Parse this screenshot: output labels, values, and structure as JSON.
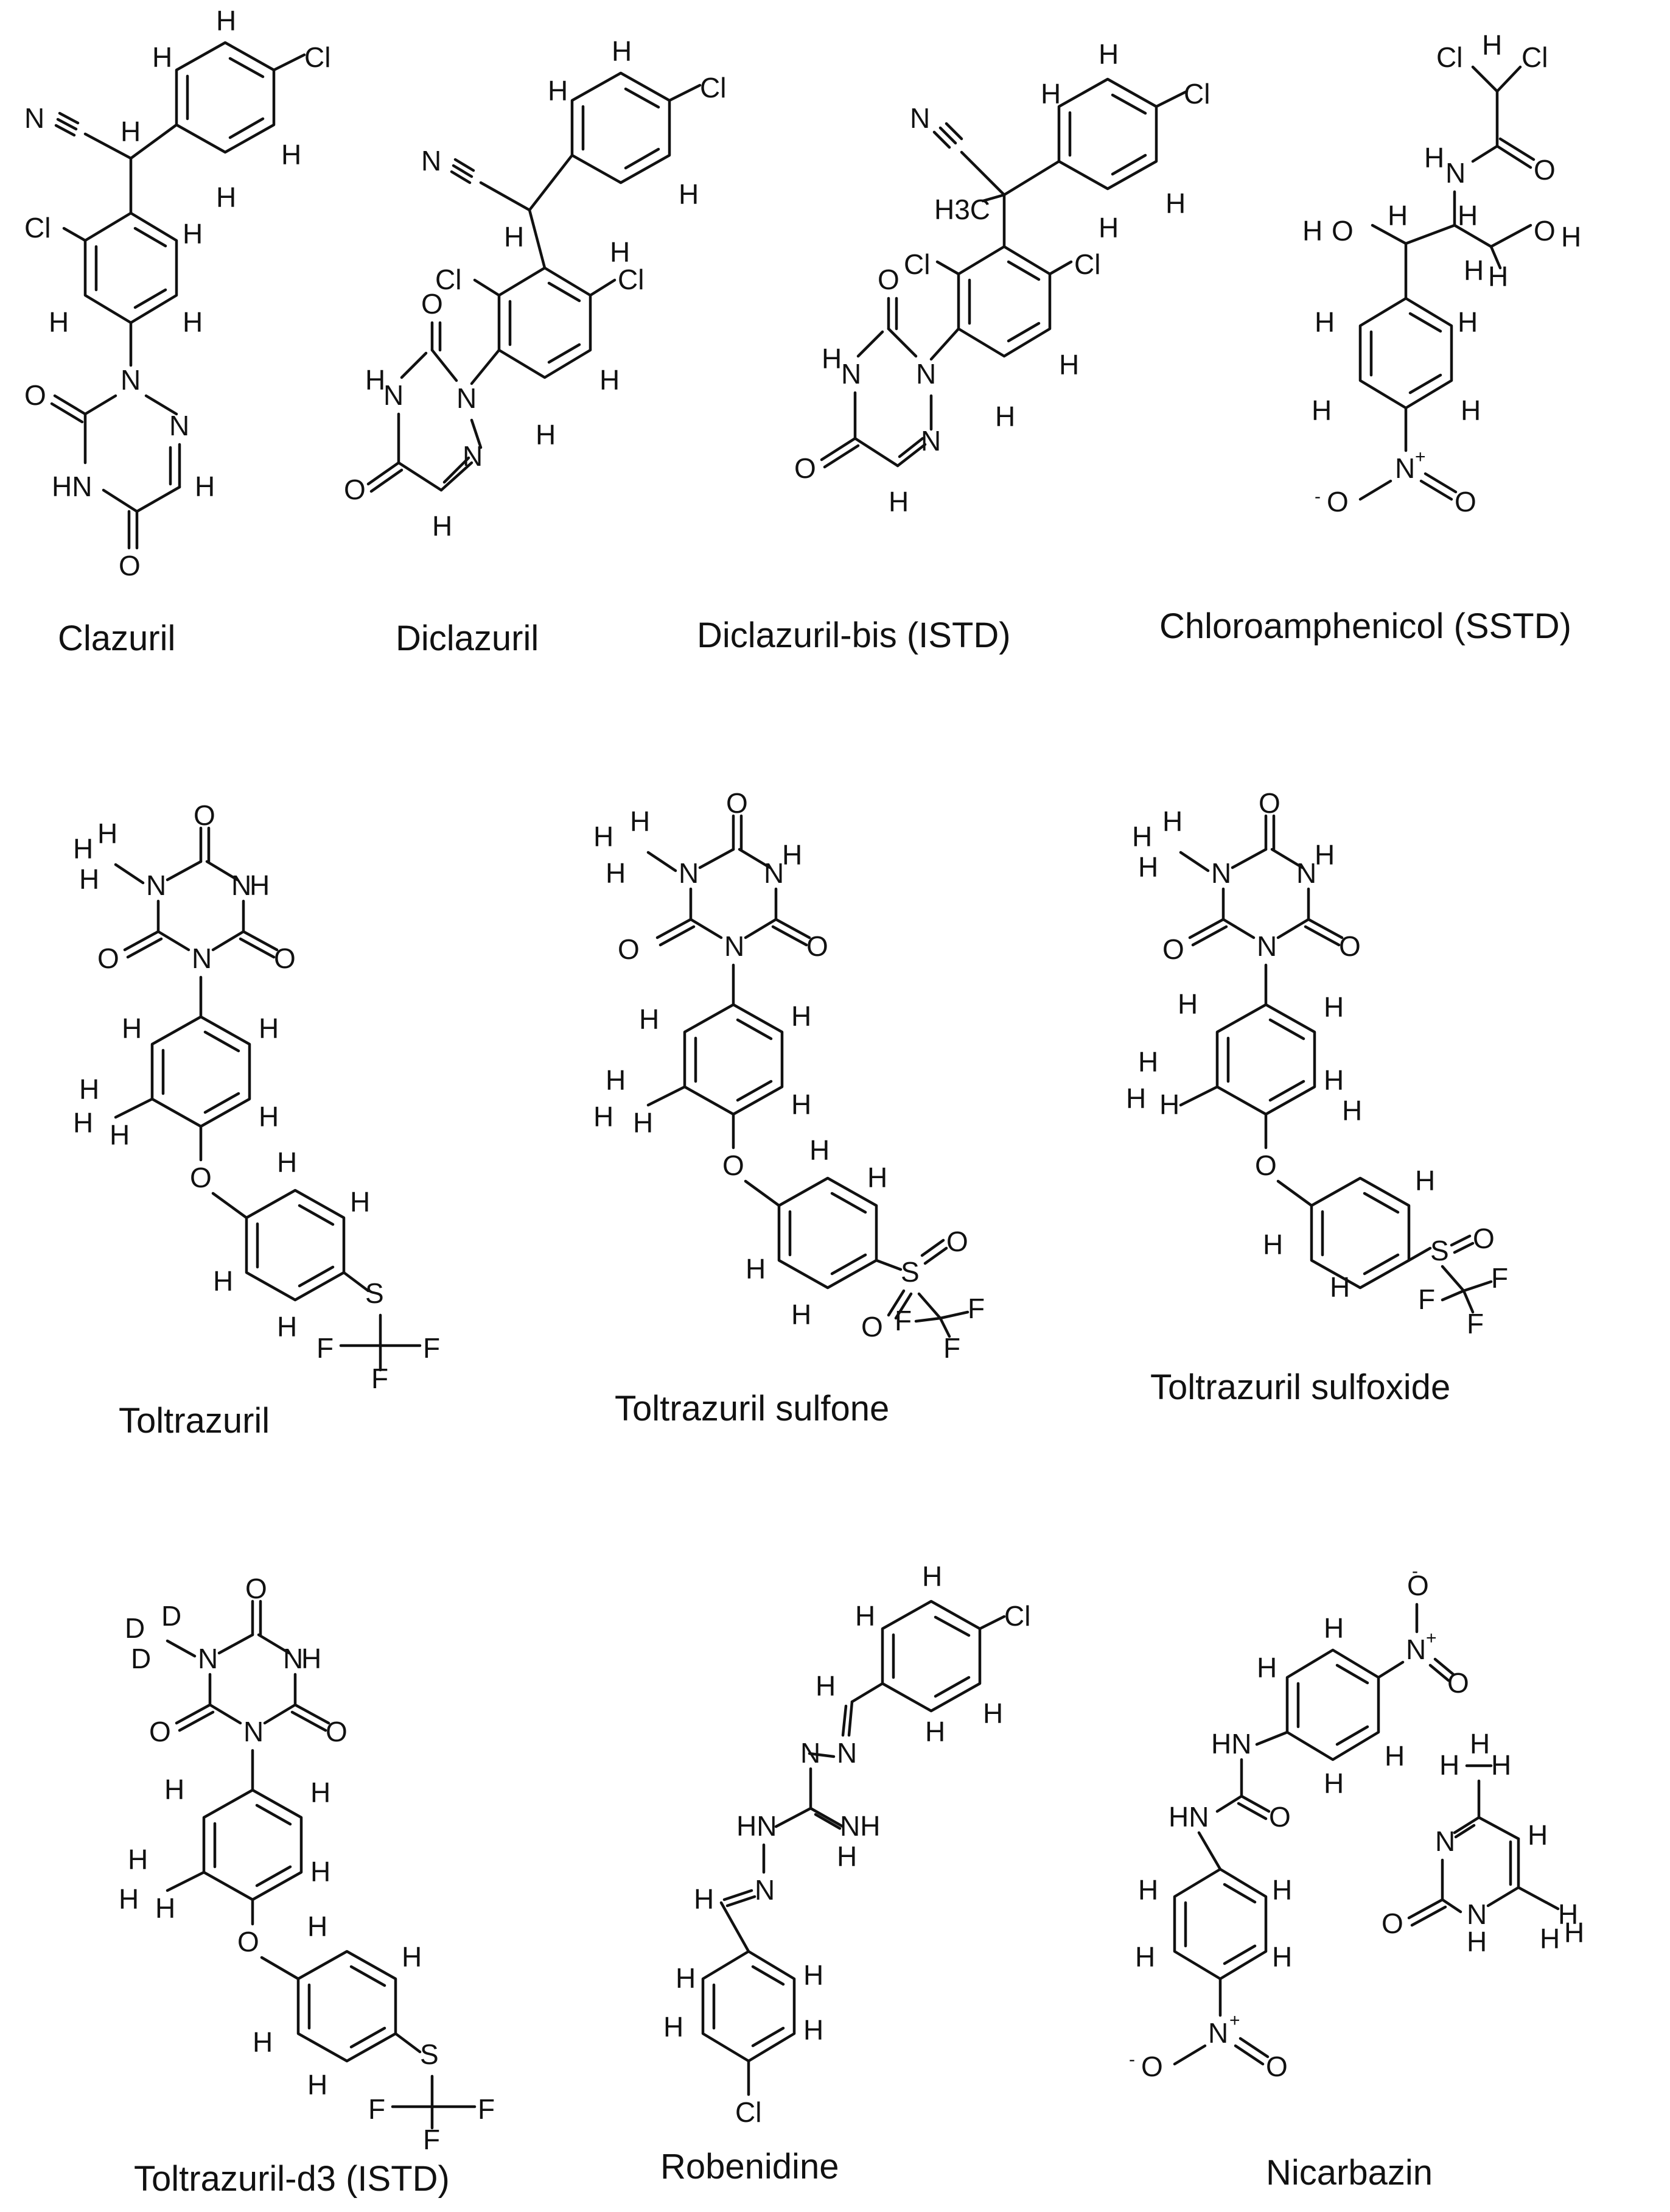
{
  "compounds": [
    {
      "name": "Clazuril"
    },
    {
      "name": "Diclazuril"
    },
    {
      "name": "Diclazuril-bis (ISTD)"
    },
    {
      "name": "Chloroamphenicol (SSTD)"
    },
    {
      "name": "Toltrazuril"
    },
    {
      "name": "Toltrazuril sulfone"
    },
    {
      "name": "Toltrazuril sulfoxide"
    },
    {
      "name": "Toltrazuril-d3 (ISTD)"
    },
    {
      "name": "Robenidine"
    },
    {
      "name": "Nicarbazin"
    }
  ],
  "atom_labels": {
    "H": "H",
    "Cl": "Cl",
    "N": "N",
    "O": "O",
    "S": "S",
    "F": "F",
    "D": "D",
    "NH": "NH",
    "HN": "HN",
    "H3C": "H3C",
    "N_plus": "+",
    "O_minus": "-"
  }
}
